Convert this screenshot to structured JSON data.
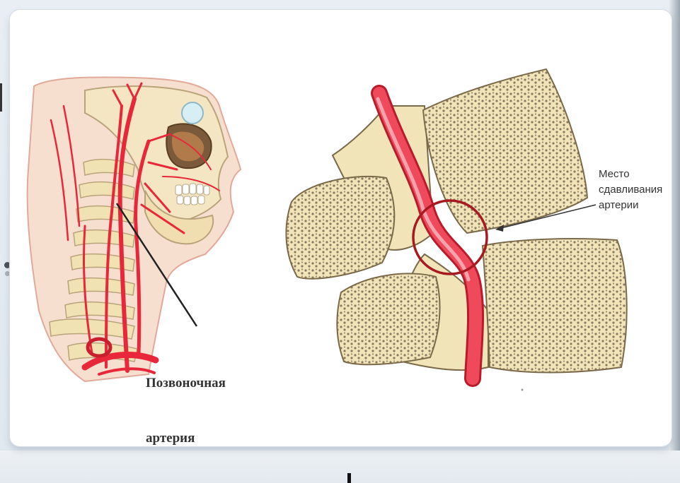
{
  "figure": {
    "left_label": [
      "Позвоночная",
      "артерия"
    ],
    "right_label": [
      "Место",
      "сдавливания",
      "артерии"
    ]
  },
  "colors": {
    "artery": "#e8283a",
    "bone": "#f0e4b8",
    "bone_outline": "#7a6a4a",
    "circle": "#a81a22"
  }
}
